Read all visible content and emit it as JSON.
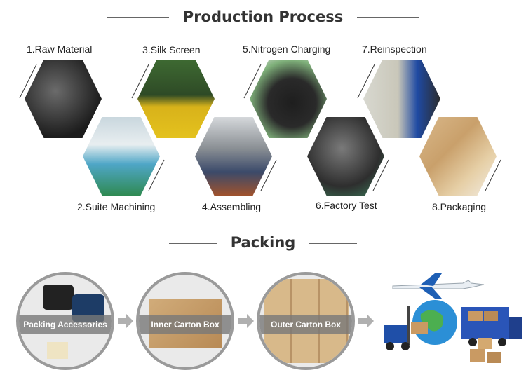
{
  "production": {
    "title": "Production Process",
    "steps": [
      {
        "label": "1.Raw Material"
      },
      {
        "label": "2.Suite Machining"
      },
      {
        "label": "3.Silk Screen"
      },
      {
        "label": "4.Assembling"
      },
      {
        "label": "5.Nitrogen Charging"
      },
      {
        "label": "6.Factory Test"
      },
      {
        "label": "7.Reinspection"
      },
      {
        "label": "8.Packaging"
      }
    ]
  },
  "packing": {
    "title": "Packing",
    "steps": [
      {
        "label": "Packing Accessories"
      },
      {
        "label": "Inner Carton Box"
      },
      {
        "label": "Outer Carton Box"
      }
    ]
  },
  "colors": {
    "title_text": "#333333",
    "rule": "#666666",
    "circle_border": "#9a9a9a",
    "arrow": "#b0b0b0"
  }
}
